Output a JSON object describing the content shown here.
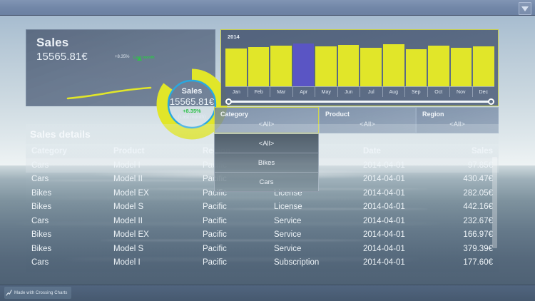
{
  "window": {
    "top_chevron_icon": "chevron-down-icon",
    "watermark_text": "Made with Crossing Charts",
    "watermark_icon": "line-chart-icon"
  },
  "kpi": {
    "title": "Sales",
    "value": "15565.81€",
    "delta": "+8.35%",
    "delta_note": "Last month",
    "trend_icon": "triangle-up-icon",
    "accent_color": "#e1e629",
    "positive_color": "#2fc24a",
    "ring_color": "#29a8e0",
    "donut": {
      "title": "Sales",
      "value": "15565.81€",
      "delta": "+8.35%",
      "note": "(Last month)",
      "percent": 85
    }
  },
  "chart_data": {
    "type": "bar",
    "title": "2014",
    "categories": [
      "Jan",
      "Feb",
      "Mar",
      "Apr",
      "May",
      "Jun",
      "Jul",
      "Aug",
      "Sep",
      "Oct",
      "Nov",
      "Dec"
    ],
    "values": [
      56,
      58,
      60,
      63,
      59,
      61,
      57,
      62,
      55,
      60,
      57,
      59
    ],
    "selected_category": "Apr",
    "bar_color": "#e1e629",
    "selected_bar_color": "#5a55c4",
    "xlabel": "",
    "ylabel": "",
    "ylim": [
      0,
      66
    ],
    "grid": false,
    "legend": "none",
    "range_slider": {
      "left_handle": 0,
      "right_handle": 100
    }
  },
  "filters": [
    {
      "id": "category",
      "label": "Category",
      "value": "<All>",
      "open": true
    },
    {
      "id": "product",
      "label": "Product",
      "value": "<All>",
      "open": false
    },
    {
      "id": "region",
      "label": "Region",
      "value": "<All>",
      "open": false
    }
  ],
  "dropdown": {
    "owner": "Category",
    "options": [
      "<All>",
      "Bikes",
      "Cars"
    ],
    "selected": "<All>"
  },
  "details": {
    "title": "Sales details",
    "columns": [
      "Category",
      "Product",
      "Region",
      "",
      "Date",
      "Sales"
    ],
    "rows": [
      {
        "category": "Cars",
        "product": "Model I",
        "region": "Pacific",
        "type": "",
        "date": "2014-04-01",
        "sales": "97.85€"
      },
      {
        "category": "Cars",
        "product": "Model II",
        "region": "Pacific",
        "type": "",
        "date": "2014-04-01",
        "sales": "430.47€"
      },
      {
        "category": "Bikes",
        "product": "Model EX",
        "region": "Pacific",
        "type": "License",
        "date": "2014-04-01",
        "sales": "282.05€"
      },
      {
        "category": "Bikes",
        "product": "Model S",
        "region": "Pacific",
        "type": "License",
        "date": "2014-04-01",
        "sales": "442.16€"
      },
      {
        "category": "Cars",
        "product": "Model II",
        "region": "Pacific",
        "type": "Service",
        "date": "2014-04-01",
        "sales": "232.67€"
      },
      {
        "category": "Bikes",
        "product": "Model EX",
        "region": "Pacific",
        "type": "Service",
        "date": "2014-04-01",
        "sales": "166.97€"
      },
      {
        "category": "Bikes",
        "product": "Model S",
        "region": "Pacific",
        "type": "Service",
        "date": "2014-04-01",
        "sales": "379.39€"
      },
      {
        "category": "Cars",
        "product": "Model I",
        "region": "Pacific",
        "type": "Subscription",
        "date": "2014-04-01",
        "sales": "177.60€"
      }
    ]
  }
}
